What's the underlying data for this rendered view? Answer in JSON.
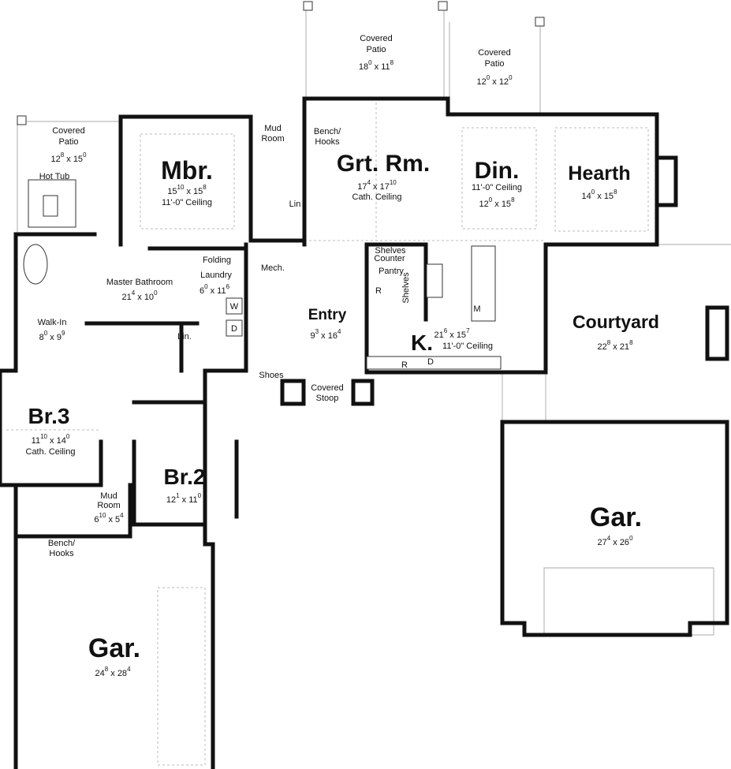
{
  "rooms": {
    "patio_top": {
      "name1": "Covered",
      "name2": "Patio",
      "a": "18",
      "ai": "0",
      "b": "11",
      "bi": "8"
    },
    "patio_right": {
      "name1": "Covered",
      "name2": "Patio",
      "a": "12",
      "ai": "0",
      "b": "12",
      "bi": "0"
    },
    "patio_left": {
      "name1": "Covered",
      "name2": "Patio",
      "a": "12",
      "ai": "8",
      "b": "15",
      "bi": "0"
    },
    "hot_tub": {
      "name": "Hot Tub"
    },
    "mbr": {
      "name": "Mbr.",
      "a": "15",
      "ai": "10",
      "b": "15",
      "bi": "8",
      "note": "11'-0\" Ceiling"
    },
    "mud_room_top": {
      "name1": "Mud",
      "name2": "Room"
    },
    "bench_top": {
      "name1": "Bench/",
      "name2": "Hooks"
    },
    "lin_top": {
      "name": "Lin"
    },
    "grt_rm": {
      "name": "Grt. Rm.",
      "a": "17",
      "ai": "4",
      "b": "17",
      "bi": "10",
      "note": "Cath. Ceiling"
    },
    "din": {
      "name": "Din.",
      "note": "11'-0\" Ceiling",
      "a": "12",
      "ai": "0",
      "b": "15",
      "bi": "8"
    },
    "hearth": {
      "name": "Hearth",
      "a": "14",
      "ai": "0",
      "b": "15",
      "bi": "8"
    },
    "master_bath": {
      "name": "Master Bathroom",
      "a": "21",
      "ai": "4",
      "b": "10",
      "bi": "0"
    },
    "laundry": {
      "name1": "Folding",
      "name2": "Laundry",
      "a": "6",
      "ai": "0",
      "b": "11",
      "bi": "6",
      "washer": "W",
      "dryer": "D"
    },
    "mech": {
      "name": "Mech."
    },
    "entry": {
      "name": "Entry",
      "a": "9",
      "ai": "3",
      "b": "16",
      "bi": "4"
    },
    "pantry": {
      "shelves1": "Shelves",
      "counter": "Counter",
      "name": "Pantry",
      "shelves2": "Shelves",
      "fridge": "R"
    },
    "kitchen": {
      "name": "K.",
      "a": "21",
      "ai": "6",
      "b": "15",
      "bi": "7",
      "note": "11'-0\" Ceiling",
      "fridge": "R",
      "dishwasher": "D",
      "microwave": "M"
    },
    "courtyard": {
      "name": "Courtyard",
      "a": "22",
      "ai": "8",
      "b": "21",
      "bi": "8"
    },
    "walk_in": {
      "name": "Walk-In",
      "a": "8",
      "ai": "0",
      "b": "9",
      "bi": "9"
    },
    "lin_mid": {
      "name": "Lin."
    },
    "shoes": {
      "name": "Shoes"
    },
    "stoop": {
      "name1": "Covered",
      "name2": "Stoop"
    },
    "br3": {
      "name": "Br.3",
      "a": "11",
      "ai": "10",
      "b": "14",
      "bi": "0",
      "note": "Cath. Ceiling"
    },
    "br2": {
      "name": "Br.2",
      "a": "12",
      "ai": "1",
      "b": "11",
      "bi": "0"
    },
    "mud_room_bottom": {
      "name1": "Mud",
      "name2": "Room",
      "a": "6",
      "ai": "10",
      "b": "5",
      "bi": "4"
    },
    "bench_bottom": {
      "name1": "Bench/",
      "name2": "Hooks"
    },
    "garage_left": {
      "name": "Gar.",
      "a": "24",
      "ai": "8",
      "b": "28",
      "bi": "4"
    },
    "garage_right": {
      "name": "Gar.",
      "a": "27",
      "ai": "4",
      "b": "26",
      "bi": "0"
    }
  }
}
